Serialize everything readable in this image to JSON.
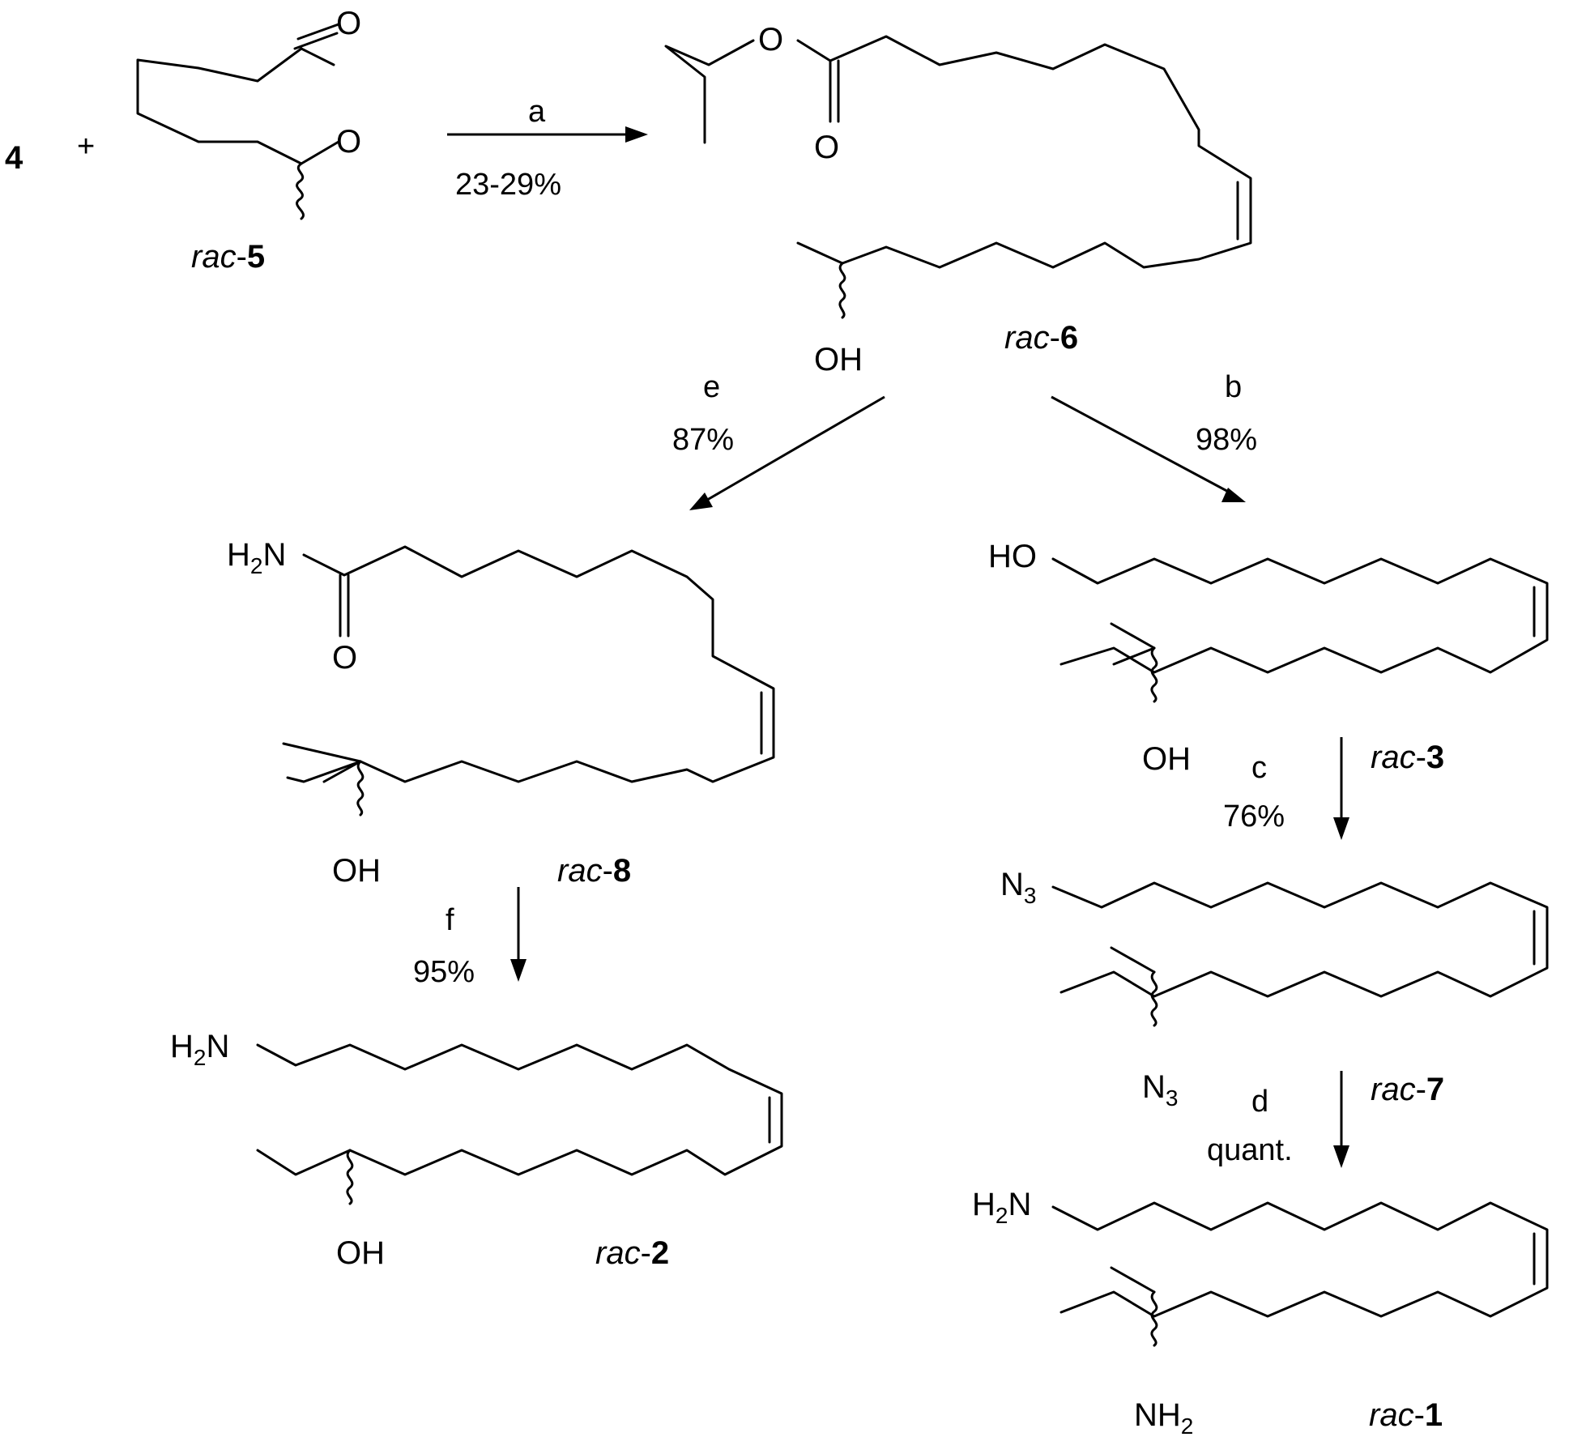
{
  "reactant": "4",
  "plus": "+",
  "compounds": {
    "c5": {
      "prefix": "rac",
      "dash": "-",
      "number": "5"
    },
    "c6": {
      "prefix": "rac",
      "dash": "-",
      "number": "6"
    },
    "c8": {
      "prefix": "rac",
      "dash": "-",
      "number": "8"
    },
    "c3": {
      "prefix": "rac",
      "dash": "-",
      "number": "3"
    },
    "c7": {
      "prefix": "rac",
      "dash": "-",
      "number": "7"
    },
    "c2": {
      "prefix": "rac",
      "dash": "-",
      "number": "2"
    },
    "c1": {
      "prefix": "rac",
      "dash": "-",
      "number": "1"
    }
  },
  "steps": {
    "a": {
      "label": "a",
      "yield": "23-29%"
    },
    "e": {
      "label": "e",
      "yield": "87%"
    },
    "b": {
      "label": "b",
      "yield": "98%"
    },
    "c": {
      "label": "c",
      "yield": "76%"
    },
    "f": {
      "label": "f",
      "yield": "95%"
    },
    "d": {
      "label": "d",
      "yield": "quant."
    }
  },
  "atoms": {
    "O": "O",
    "OH": "OH",
    "HO": "HO",
    "H": "H",
    "N": "N",
    "sub2": "2",
    "sub3": "3"
  }
}
